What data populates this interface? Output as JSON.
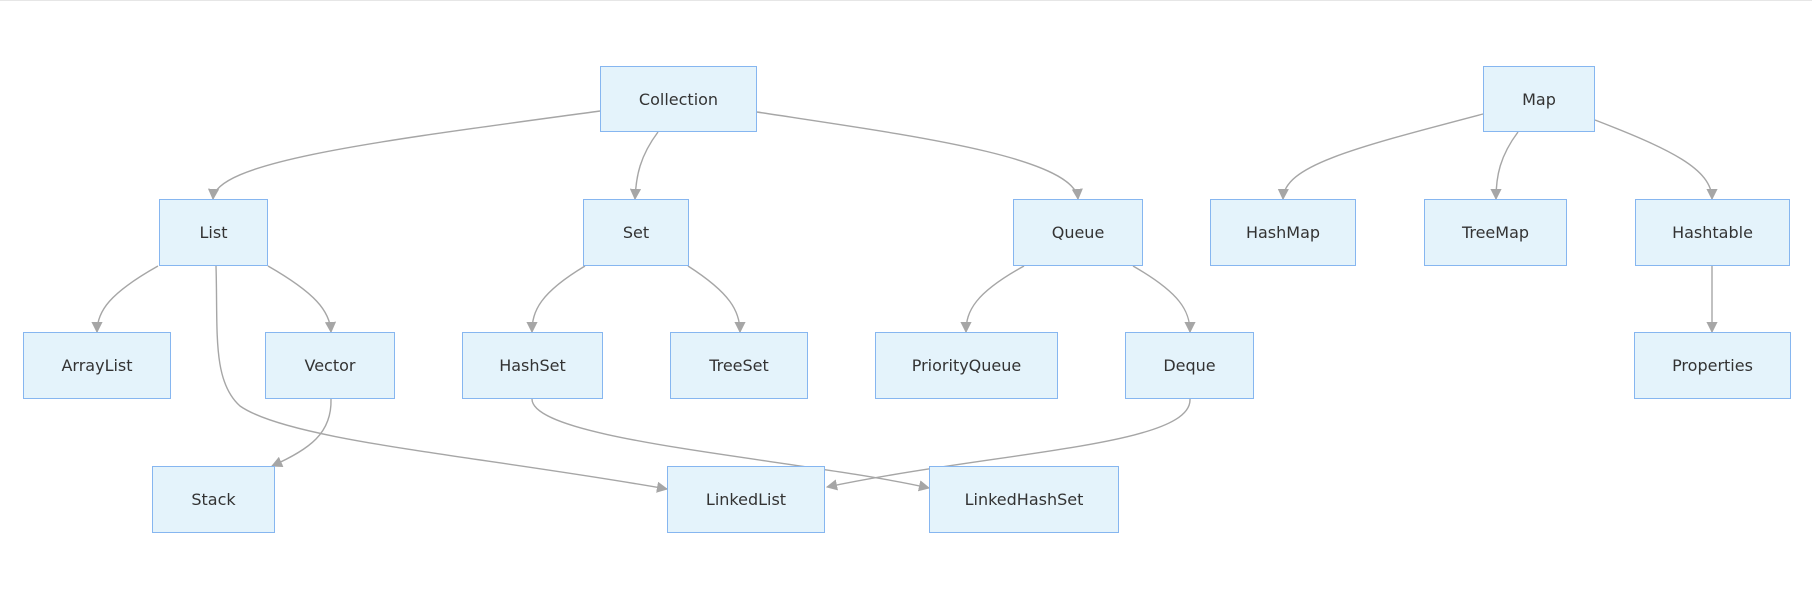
{
  "nodes": {
    "collection": "Collection",
    "map": "Map",
    "list": "List",
    "set": "Set",
    "queue": "Queue",
    "hashmap": "HashMap",
    "treemap": "TreeMap",
    "hashtable": "Hashtable",
    "arraylist": "ArrayList",
    "vector": "Vector",
    "hashset": "HashSet",
    "treeset": "TreeSet",
    "priorityqueue": "PriorityQueue",
    "deque": "Deque",
    "properties": "Properties",
    "stack": "Stack",
    "linkedlist": "LinkedList",
    "linkedhashset": "LinkedHashSet"
  },
  "colors": {
    "node_fill": "#e4f3fb",
    "node_border": "#86b6f0",
    "edge": "#a6a6a6",
    "text": "#333333"
  }
}
